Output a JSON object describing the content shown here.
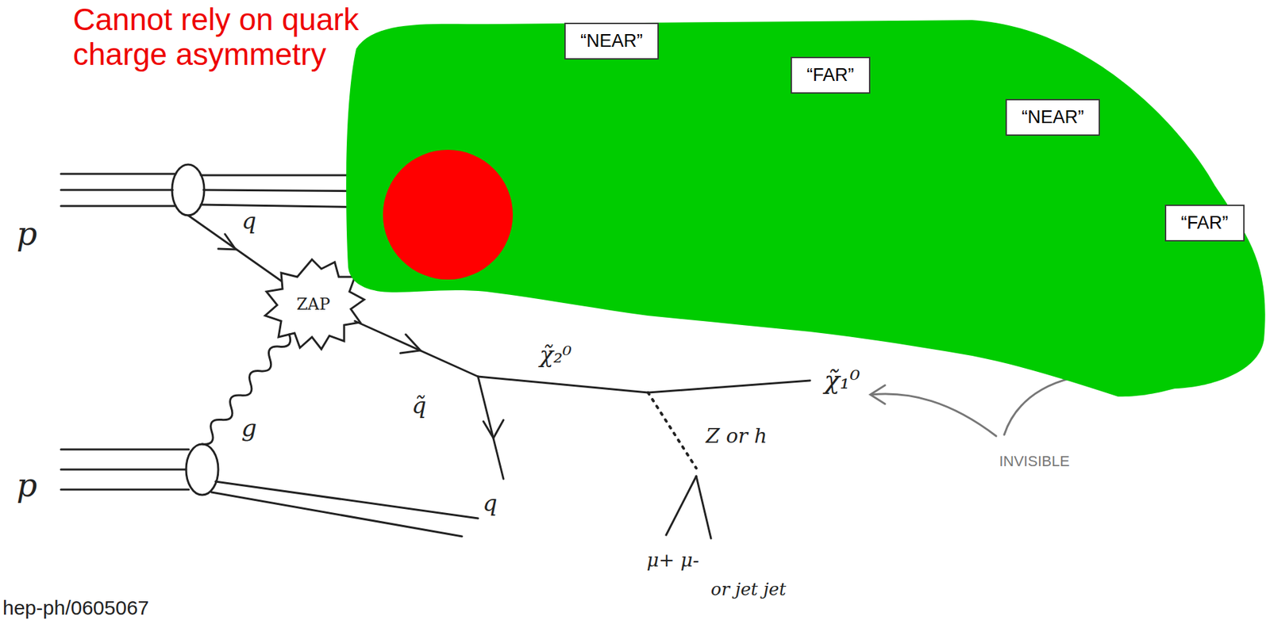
{
  "diagram": {
    "nodes": [
      {
        "text": [
          "“NEAR”"
        ]
      },
      {
        "text": [
          "“FAR”"
        ]
      },
      {
        "text": [
          "“NEAR”"
        ]
      },
      {
        "text": [
          "“FAR”"
        ]
      }
    ],
    "labels": [
      "Cannot rely on quark charge asymmetry",
      "p",
      "q",
      "ZAP",
      "g",
      "p",
      "q̃",
      "q",
      "χ̃₂⁰",
      "χ̃₁⁰",
      "Z or h",
      "μ+ μ-",
      "or jet jet",
      "INVISIBLE",
      "hep-ph/0605067"
    ]
  }
}
